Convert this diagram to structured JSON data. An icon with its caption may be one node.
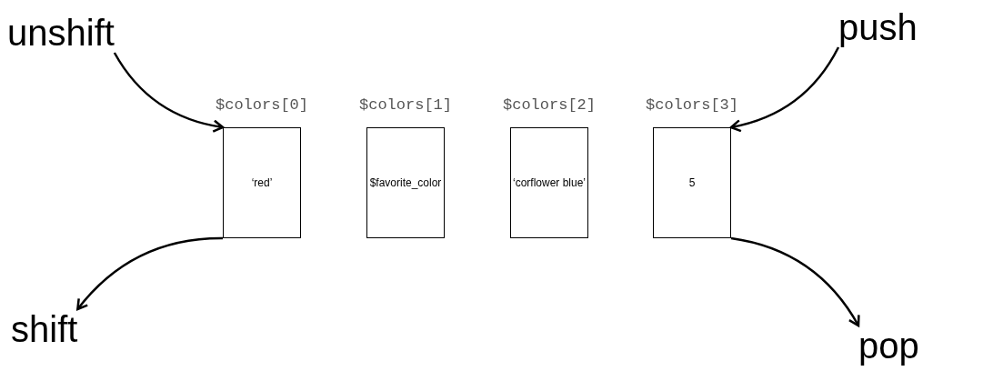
{
  "diagram": {
    "nodes": [
      {
        "text": [
          "unshift"
        ]
      },
      {
        "text": [
          "push"
        ]
      },
      {
        "text": [
          "‘red’"
        ],
        "beside": [
          "$colors[0]"
        ]
      },
      {
        "text": [
          "$favorite_color"
        ],
        "beside": [
          "$colors[1]"
        ]
      },
      {
        "text": [
          "‘corflower blue’"
        ],
        "beside": [
          "$colors[2]"
        ]
      },
      {
        "text": [
          "5"
        ],
        "beside": [
          "$colors[3]"
        ]
      },
      {
        "text": [
          "shift"
        ]
      },
      {
        "text": [
          "pop"
        ]
      }
    ],
    "edges": [
      {
        "from": 0,
        "to": 2,
        "arrow": "to"
      },
      {
        "from": 2,
        "to": 6,
        "arrow": "to"
      },
      {
        "from": 1,
        "to": 5,
        "arrow": "to"
      },
      {
        "from": 5,
        "to": 7,
        "arrow": "to"
      }
    ]
  }
}
